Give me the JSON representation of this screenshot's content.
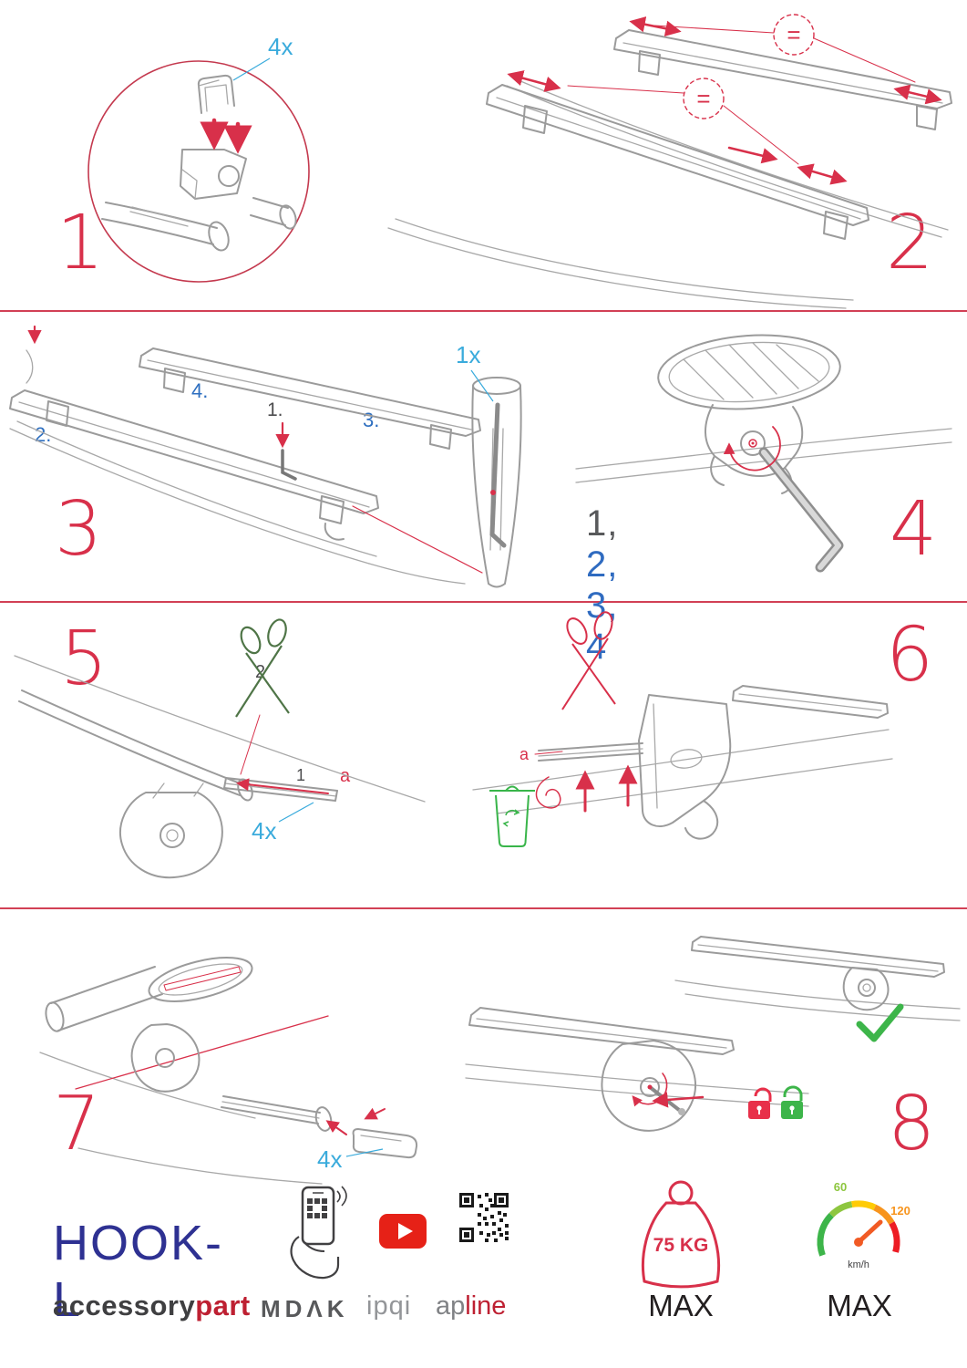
{
  "document": {
    "type": "assembly-instruction-sheet",
    "product": "HOOK-L",
    "steps_total": 8
  },
  "steps": [
    {
      "number": "1",
      "qty": "4x"
    },
    {
      "number": "2",
      "equal_top": "=",
      "equal_mid": "="
    },
    {
      "number": "3",
      "qty": "1x",
      "sub_1": "1.",
      "sub_2": "2.",
      "sub_3": "3.",
      "sub_4": "4."
    },
    {
      "number": "4",
      "seq_gray": "1,",
      "seq_blue": "2, 3, 4"
    },
    {
      "number": "5",
      "scissors_label": "2",
      "strip_label": "1",
      "dim_label": "a",
      "qty": "4x"
    },
    {
      "number": "6",
      "dim_label": "a"
    },
    {
      "number": "7",
      "qty": "4x"
    },
    {
      "number": "8"
    }
  ],
  "footer": {
    "product_name": "HOOK-L",
    "brand": {
      "prefix": "accessory",
      "suffix": "part"
    },
    "logos": {
      "mdak": "MDΛK",
      "ipqi": "ipqi",
      "apline_prefix": "ap",
      "apline_suffix": "line"
    },
    "load_limit": {
      "value": "75 KG",
      "label": "MAX"
    },
    "speed_limit": {
      "gauge_low": "60",
      "gauge_high": "120",
      "unit": "km/h",
      "label": "MAX"
    }
  },
  "colors": {
    "accent_red": "#d8304a",
    "label_blue": "#3aabdc",
    "sequence_blue": "#2f6bc0",
    "brand_navy": "#2e3192",
    "brand_red": "#be2032",
    "ok_green": "#3db54a",
    "lock_red": "#e8304a",
    "gauge_orange": "#f7941d",
    "lineart_gray": "#9b9b9b"
  },
  "icons": {
    "scissors_step5": "scissors-icon green outline",
    "scissors_step6": "scissors-icon red outline",
    "trash_bin": "trash-recycle-icon",
    "checkmark": "checkmark-icon",
    "padlock_closed": "padlock-closed-icon",
    "padlock_open": "padlock-open-icon",
    "phone_scan": "phone-qr-scan-icon",
    "youtube": "youtube-icon",
    "qr_code": "qr-code-icon",
    "weight": "weight-limit-icon",
    "speedometer": "speedometer-icon",
    "allen_key": "allen-key-icon"
  }
}
